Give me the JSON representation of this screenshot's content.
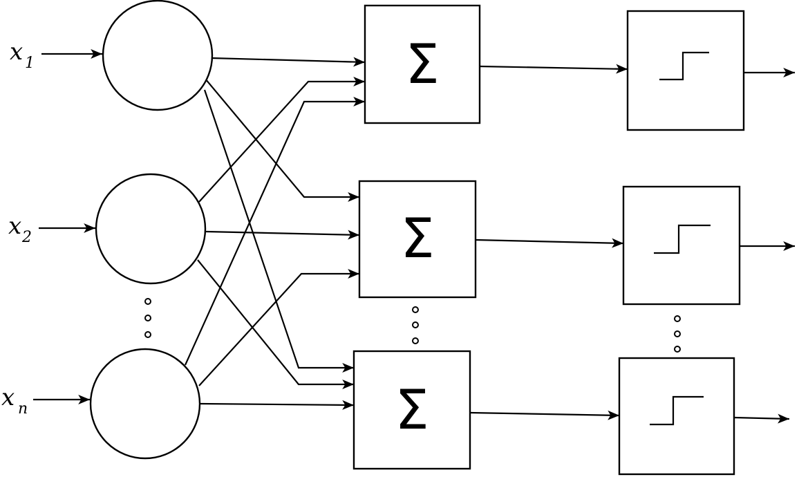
{
  "diagram": {
    "inputs": [
      {
        "base": "x",
        "sub": "1"
      },
      {
        "base": "x",
        "sub": "2"
      },
      {
        "base": "x",
        "sub": "n"
      }
    ],
    "summation_symbol": "Σ",
    "step_icon": "step-function-icon",
    "ellipsis_icon": "vertical-ellipsis-icon",
    "colors": {
      "ink": "#000000",
      "paper": "#ffffff"
    }
  }
}
